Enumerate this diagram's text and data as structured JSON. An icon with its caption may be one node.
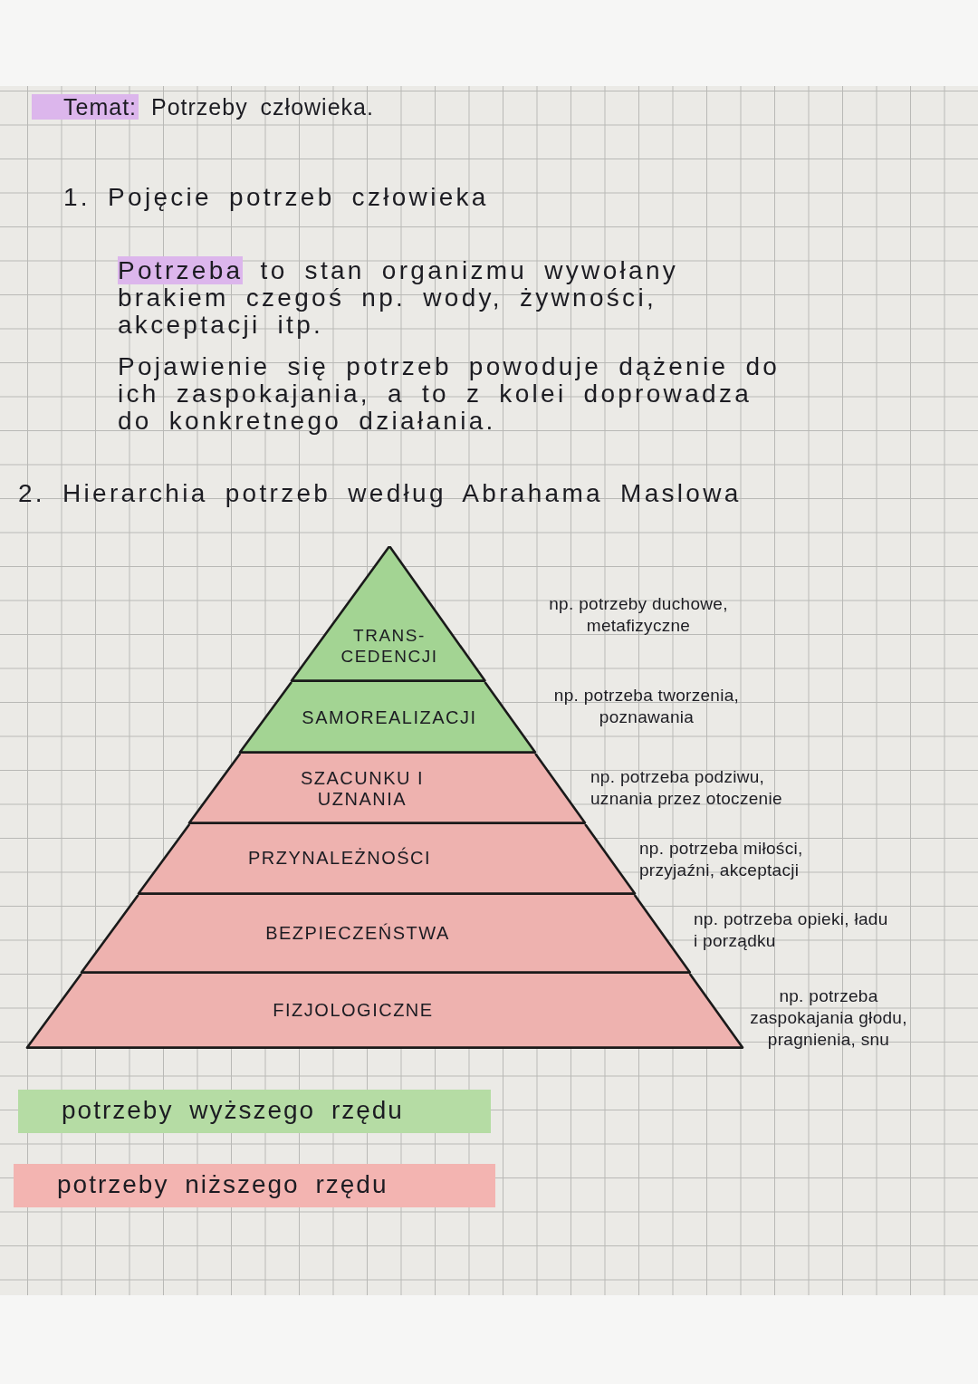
{
  "diagram": {
    "title": "**Temat:** Potrzeby człowieka.",
    "nodes": [
      {
        "text": [
          "TRANS-CEDENCJI"
        ],
        "beside": [
          "np. potrzeby duchowe, metafizyczne"
        ]
      },
      {
        "text": [
          "SAMOREALIZACJI"
        ],
        "beside": [
          "np. potrzeba tworzenia, poznawania"
        ]
      },
      {
        "text": [
          "SZACUNKU I UZNANIA"
        ],
        "beside": [
          "np. potrzeba podziwu, uznania przez otoczenie"
        ]
      },
      {
        "text": [
          "PRZYNALEŻNOŚCI"
        ],
        "beside": [
          "np. potrzeba miłości, przyjaźni, akceptacji"
        ]
      },
      {
        "text": [
          "BEZPIECZEŃSTWA"
        ],
        "beside": [
          "np. potrzeba opieki, ładu i porządku"
        ]
      },
      {
        "text": [
          "FIZJOLOGICZNE"
        ],
        "beside": [
          "np. potrzeba zaspokajania głodu, pragnienia, snu"
        ]
      }
    ],
    "labels": [
      "1. Pojęcie potrzeb człowieka",
      "**Potrzeba** to stan organizmu wywołany brakiem czegoś np. wody, żywności, akceptacji itp.",
      "Pojawienie się potrzeb powoduje dążenie do ich zaspokajania, a to z kolei doprowadza do konkretnego działania.",
      "2. Hierarchia potrzeb według Abrahama Maslowa"
    ],
    "legend": [
      {
        "text": "potrzeby wyższego rzędu",
        "color": "#b5dca4"
      },
      {
        "text": "potrzeby niższego rzędu",
        "color": "#f3b4b1"
      }
    ]
  }
}
